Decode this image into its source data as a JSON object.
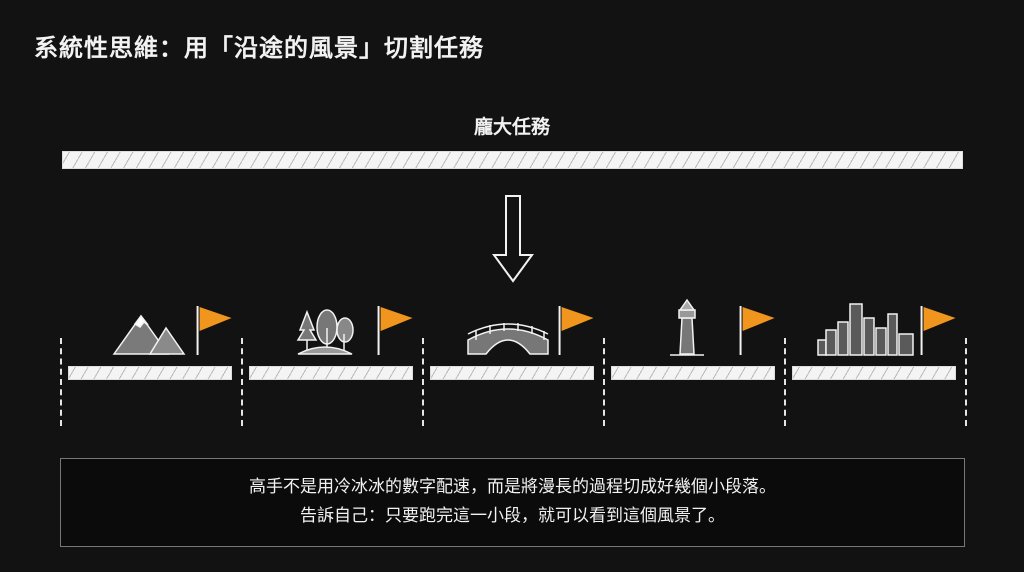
{
  "title": "系統性思維：用「沿途的風景」切割任務",
  "heading": "龐大任務",
  "segments": [
    {
      "icon": "mountain-icon"
    },
    {
      "icon": "trees-icon"
    },
    {
      "icon": "bridge-icon"
    },
    {
      "icon": "lighthouse-icon"
    },
    {
      "icon": "city-icon"
    }
  ],
  "message": {
    "line1": "高手不是用冷冰冰的數字配速，而是將漫長的過程切成好幾個小段落。",
    "line2": "告訴自己：只要跑完這一小段，就可以看到這個風景了。"
  },
  "colors": {
    "flag": "#f0961e",
    "background": "#121212",
    "chalk": "#f2f2f2"
  }
}
